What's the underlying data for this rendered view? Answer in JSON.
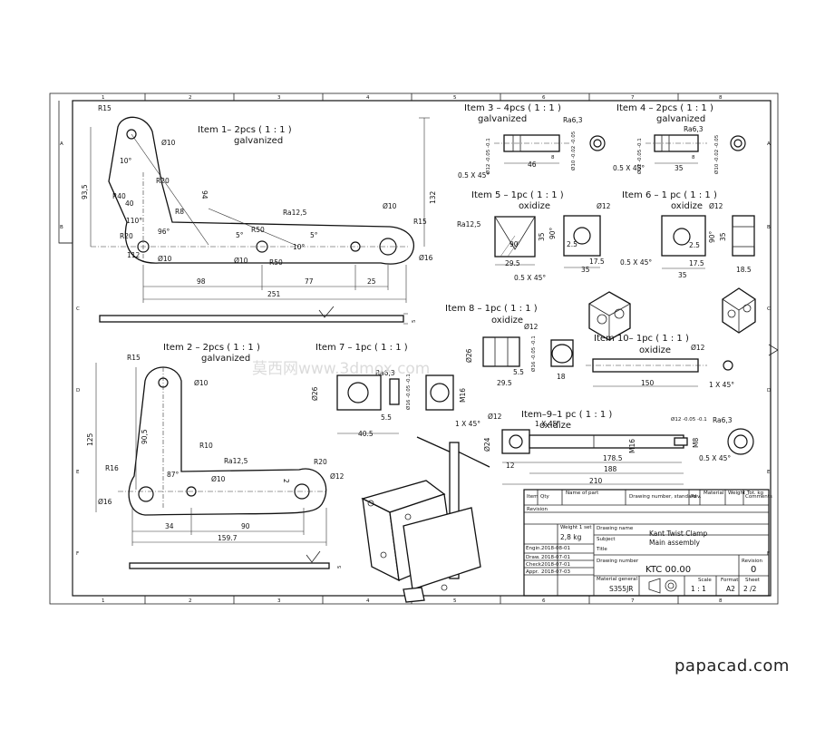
{
  "grid": {
    "columns": [
      "1",
      "2",
      "3",
      "4",
      "5",
      "6",
      "7",
      "8"
    ],
    "rows": [
      "A",
      "B",
      "C",
      "D",
      "E",
      "F"
    ]
  },
  "items": {
    "item1": {
      "title": "Item 1– 2pcs ( 1 : 1 )",
      "finish": "galvanized"
    },
    "item2": {
      "title": "Item 2 – 2pcs ( 1 : 1 )",
      "finish": "galvanized"
    },
    "item3": {
      "title": "Item 3 – 4pcs ( 1 : 1 )",
      "finish": "galvanized"
    },
    "item4": {
      "title": "Item 4 – 2pcs ( 1 : 1 )",
      "finish": "galvanized"
    },
    "item5": {
      "title": "Item 5 – 1pc ( 1 : 1 )",
      "finish": "oxidize"
    },
    "item6": {
      "title": "Item 6 – 1 pc ( 1 : 1 )",
      "finish": "oxidize"
    },
    "item7": {
      "title": "Item 7 – 1pc ( 1 : 1 )",
      "finish": ""
    },
    "item8": {
      "title": "Item 8 – 1pc ( 1 : 1 )",
      "finish": "oxidize"
    },
    "item10": {
      "title": "Item 10– 1pc ( 1 : 1 )",
      "finish": "oxidize"
    },
    "item9": {
      "title": "Item–9–1 pc ( 1 : 1 )",
      "finish": "oxidize"
    }
  },
  "dims": {
    "i1": {
      "r15": "R15",
      "d10a": "Ø10",
      "r20": "R20",
      "r40": "R40",
      "d40": "40",
      "r8": "R8",
      "r20b": "R20",
      "d112": "112",
      "d10b": "Ø10",
      "d10c": "Ø10",
      "r50a": "R50",
      "r50b": "R50",
      "d10d": "Ø10",
      "r15b": "R15",
      "d16": "Ø16",
      "ra": "Ra12,5",
      "l98": "98",
      "l77": "77",
      "l25": "25",
      "l251": "251",
      "h94": "94",
      "h132": "132",
      "h93": "93,5",
      "a10": "10°",
      "a110": "110°",
      "a96": "96°",
      "a5a": "5°",
      "a10b": "10°",
      "a5b": "5°",
      "t5": "5"
    },
    "i2": {
      "r15": "R15",
      "d10a": "Ø10",
      "h905": "90,5",
      "h125": "125",
      "r10": "R10",
      "ra": "Ra12,5",
      "r20": "R20",
      "r16": "R16",
      "d10b": "Ø10",
      "d12": "Ø12",
      "d16": "Ø16",
      "l34": "34",
      "l90": "90",
      "l1597": "159.7",
      "a87": "87°",
      "t5": "5",
      "n2": "2"
    },
    "i3": {
      "d12": "Ø12 -0.05 -0.1",
      "d10": "Ø10 -0.02 -0.05",
      "ra": "Ra6,3",
      "l8": "8",
      "l46": "46",
      "ch": "0.5 X 45°"
    },
    "i4": {
      "d12": "Ø12 -0.05 -0.1",
      "d10": "Ø10 -0.02 -0.05",
      "ra": "Ra6,3",
      "l8": "8",
      "l35": "35",
      "ch": "0.5 X 45°"
    },
    "i5": {
      "ra": "Ra12,5",
      "d12": "Ø12",
      "h35": "35",
      "a90": "90°",
      "l295": "29.5",
      "l25": "2.5",
      "l175": "17.5",
      "l35": "35",
      "ch": "0.5 X 45°",
      "a90b": "90"
    },
    "i6": {
      "d12": "Ø12",
      "a90": "90°",
      "l25": "2.5",
      "l175": "17.5",
      "l35": "35",
      "h35": "35",
      "l185": "18.5",
      "ch": "0.5 X 45°"
    },
    "i7": {
      "ra": "Ra6,3",
      "d26": "Ø26",
      "d16": "Ø16 -0.05 -0.1",
      "m16": "M16",
      "l55": "5.5",
      "l405": "40.5"
    },
    "i8": {
      "d12": "Ø12",
      "d26": "Ø26",
      "d16": "Ø16 -0.05 -0.1",
      "l55": "5.5",
      "l295": "29.5",
      "l18": "18"
    },
    "i10": {
      "d12": "Ø12",
      "l150": "150",
      "ch": "1 X 45°"
    },
    "i9": {
      "d24": "Ø24",
      "d12": "Ø12",
      "ch1": "1 X 45°",
      "ch2": "1 X 45°",
      "m16": "M16",
      "m8": "M8",
      "l12": "12",
      "l1785": "178.5",
      "l188": "188",
      "l210": "210",
      "d12b": "Ø12 -0.05 -0.1",
      "ra": "Ra6,3",
      "ch3": "0.5 X 45°"
    }
  },
  "title_block": {
    "headers": {
      "item": "Item",
      "qty": "Qty",
      "name": "Name of part",
      "drawing": "Drawing number, standard",
      "rev": "Rev.",
      "material": "Material",
      "weight": "Weight Tot. kg",
      "comments": "Comments"
    },
    "revision_label": "Revision",
    "weight_label": "Weight 1 set",
    "weight": "2,8 kg",
    "drawing_name_label": "Drawing name",
    "drawing_name": "Kant Twist Clamp",
    "drawing_name2": "Main assembly",
    "subject_label": "Subject",
    "title_label": "Title",
    "drawing_number_label": "Drawing number",
    "drawing_number": "KTC 00.00",
    "revision_label2": "Revision",
    "revision": "0",
    "material_label": "Material general",
    "material": "S355JR",
    "scale_label": "Scale",
    "scale": "1 : 1",
    "format_label": "Format",
    "format": "A2",
    "sheet_label": "Sheet",
    "sheet": "2 /2",
    "signatures": [
      {
        "role": "Engin.",
        "date": "2018-08-01"
      },
      {
        "role": "Draw.",
        "date": "2018-07-01"
      },
      {
        "role": "Check.",
        "date": "2018-07-01"
      },
      {
        "role": "Appr.",
        "date": "2018-07-03"
      }
    ]
  },
  "watermark": {
    "overlay": "莫西网www.3dmox.com",
    "site": "papacad.com"
  }
}
